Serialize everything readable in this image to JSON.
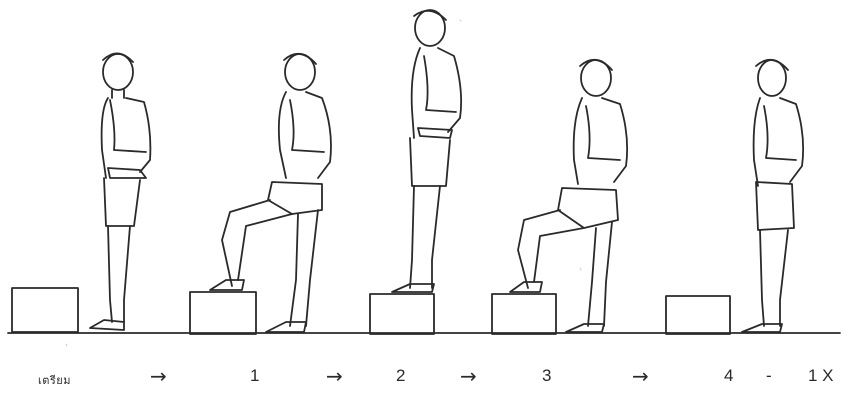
{
  "sequence": {
    "start_label": "เตรียม",
    "steps": [
      "1",
      "2",
      "3",
      "4"
    ],
    "arrow_glyph": "→",
    "dash_glyph": "-",
    "repeat_label": "1 X"
  },
  "colors": {
    "ink": "#2a2a2a",
    "paper": "#ffffff"
  }
}
